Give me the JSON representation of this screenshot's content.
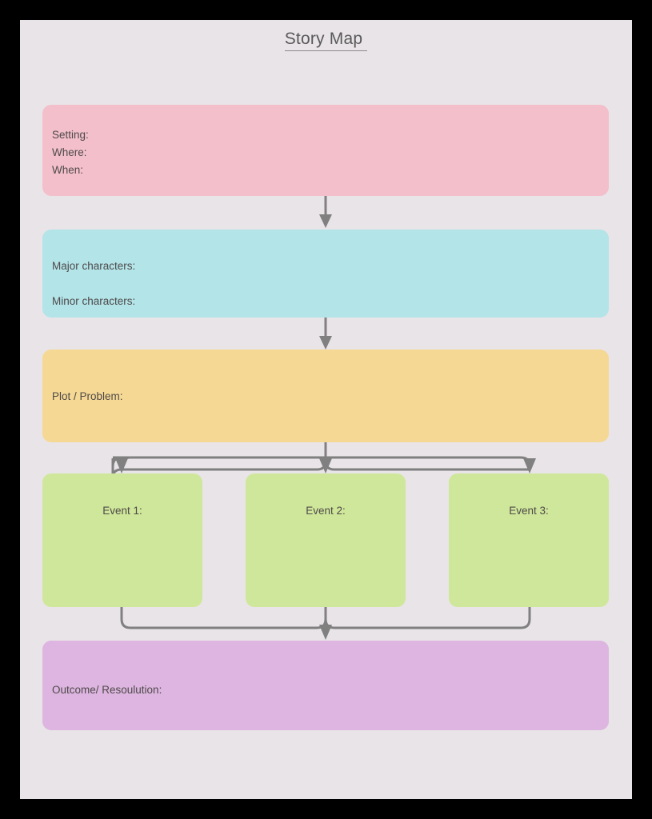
{
  "page": {
    "title": "Story Map ",
    "background_color": "#e9e4e8",
    "frame_color": "#000000",
    "connector_color": "#808080",
    "text_color": "#4f4a4a"
  },
  "boxes": {
    "setting": {
      "text": "Setting:\nWhere:\nWhen:",
      "color": "#f2bfcb"
    },
    "characters": {
      "text": "Major characters:\nMinor characters:",
      "color": "#b2e4e8"
    },
    "plot": {
      "text": "Plot / Problem:",
      "color": "#f5d893"
    },
    "events": [
      {
        "text": "Event 1:",
        "color": "#cfe79a"
      },
      {
        "text": "Event 2:",
        "color": "#cfe79a"
      },
      {
        "text": "Event 3:",
        "color": "#cfe79a"
      }
    ],
    "outcome": {
      "text": "Outcome/ Resoulution:",
      "color": "#ddb5e0"
    }
  }
}
